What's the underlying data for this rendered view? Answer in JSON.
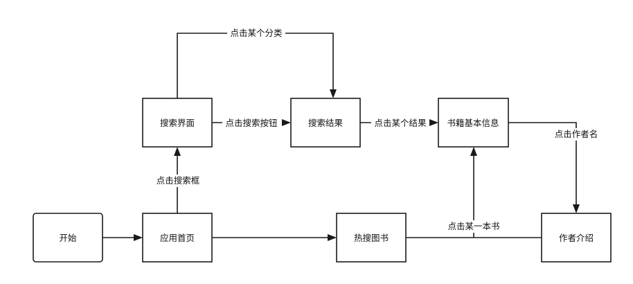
{
  "nodes": {
    "start": "开始",
    "home": "应用首页",
    "search_page": "搜索界面",
    "search_results": "搜索结果",
    "book_info": "书籍基本信息",
    "hot_books": "热搜图书",
    "author_intro": "作者介绍"
  },
  "edges": {
    "click_category": "点击某个分类",
    "click_search_button": "点击搜索按钮",
    "click_a_result": "点击某个结果",
    "click_search_box": "点击搜索框",
    "click_author_name": "点击作者名",
    "click_a_book": "点击某一本书"
  },
  "colors": {
    "stroke": "#1a1a1a",
    "background": "#ffffff",
    "text": "#111111"
  }
}
